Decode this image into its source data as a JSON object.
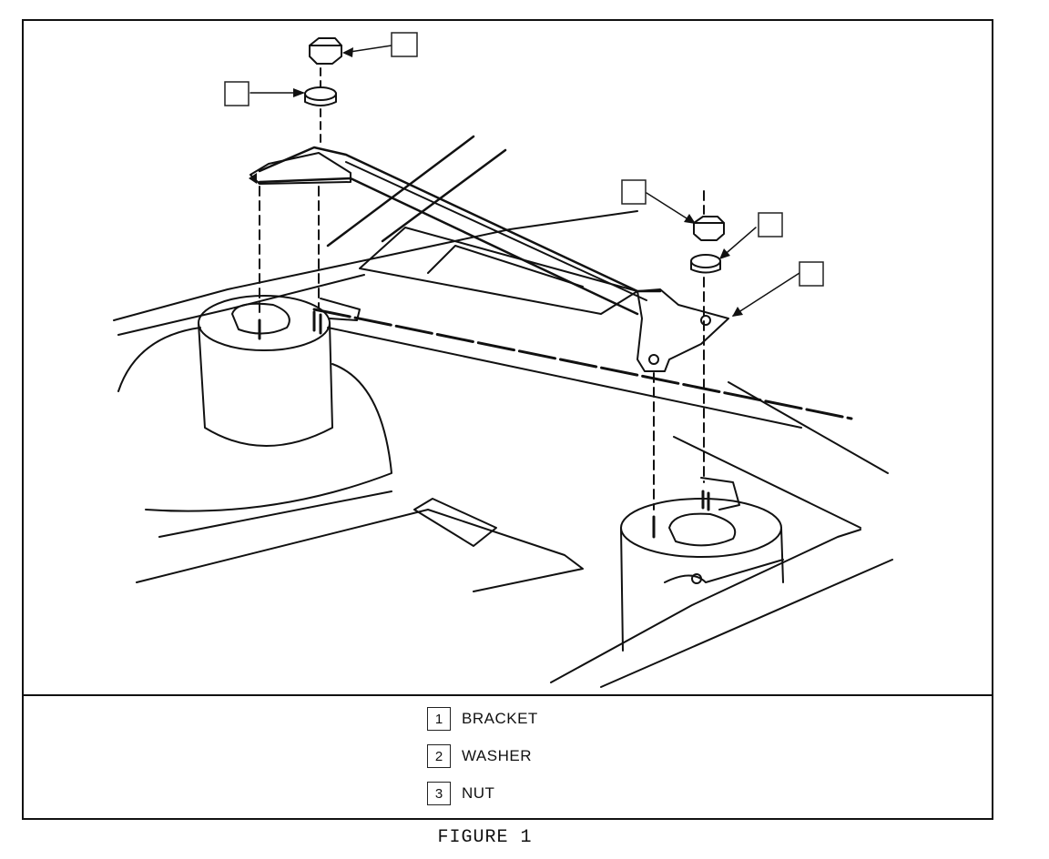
{
  "legend": [
    {
      "number": "1",
      "label": "BRACKET"
    },
    {
      "number": "2",
      "label": "WASHER"
    },
    {
      "number": "3",
      "label": "NUT"
    }
  ],
  "caption": "FIGURE 1"
}
